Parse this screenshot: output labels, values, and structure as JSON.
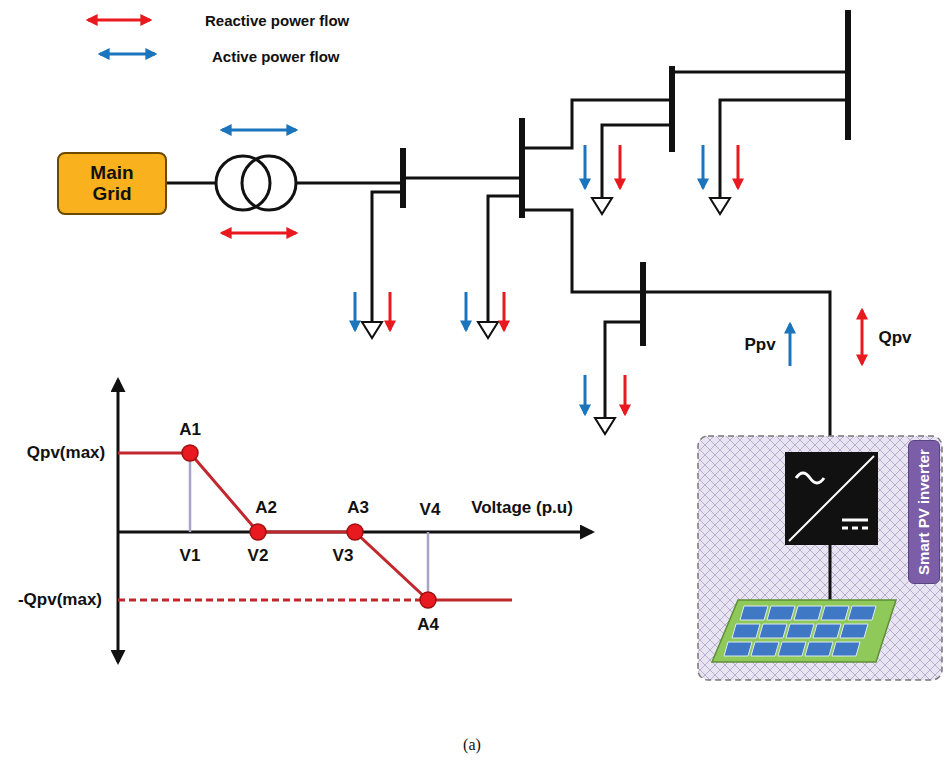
{
  "diagram": {
    "caption": "(a)",
    "nodes": [
      {
        "text": [
          "Main Grid"
        ]
      },
      {
        "text": [
          "Smart PV inverter"
        ]
      }
    ],
    "labels": [
      "Ppv",
      "Qpv",
      "Qpv(max)",
      "A1",
      "A2",
      "A3",
      "V4",
      "Voltage (p.u)",
      "V1",
      "V2",
      "V3",
      "-Qpv(max)",
      "A4"
    ],
    "legend": [
      {
        "text": "Reactive power flow"
      },
      {
        "text": "Active power flow"
      }
    ]
  }
}
